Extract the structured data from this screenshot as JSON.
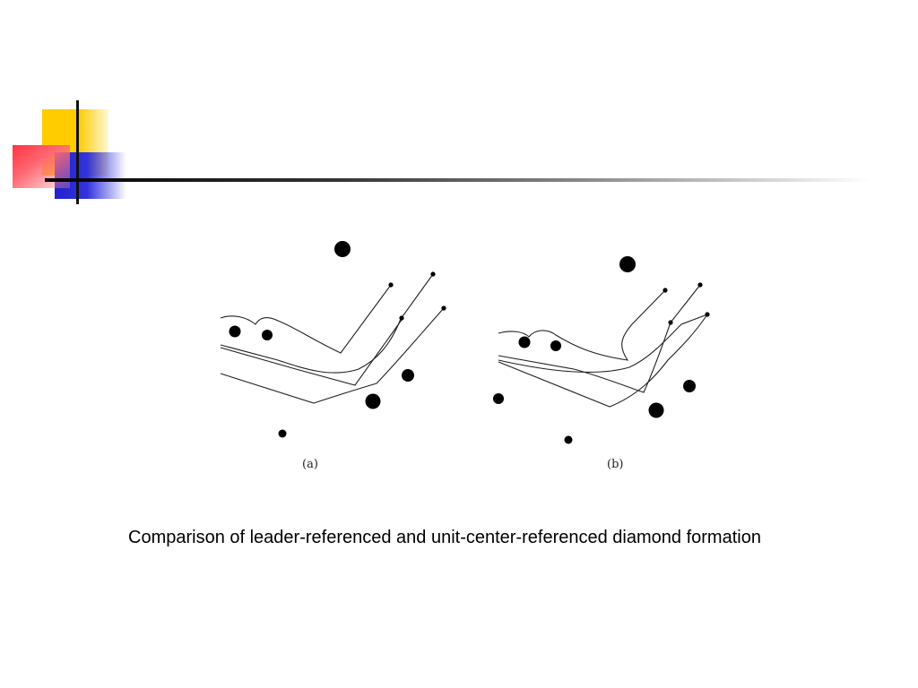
{
  "figure": {
    "panel_a_label": "(a)",
    "panel_b_label": "(b)"
  },
  "caption": "Comparison of leader-referenced and unit-center-referenced diamond formation",
  "colors": {
    "logo_yellow": "#ffcc00",
    "logo_blue": "#2222cc",
    "logo_red": "#ff3344",
    "ink": "#000000"
  }
}
